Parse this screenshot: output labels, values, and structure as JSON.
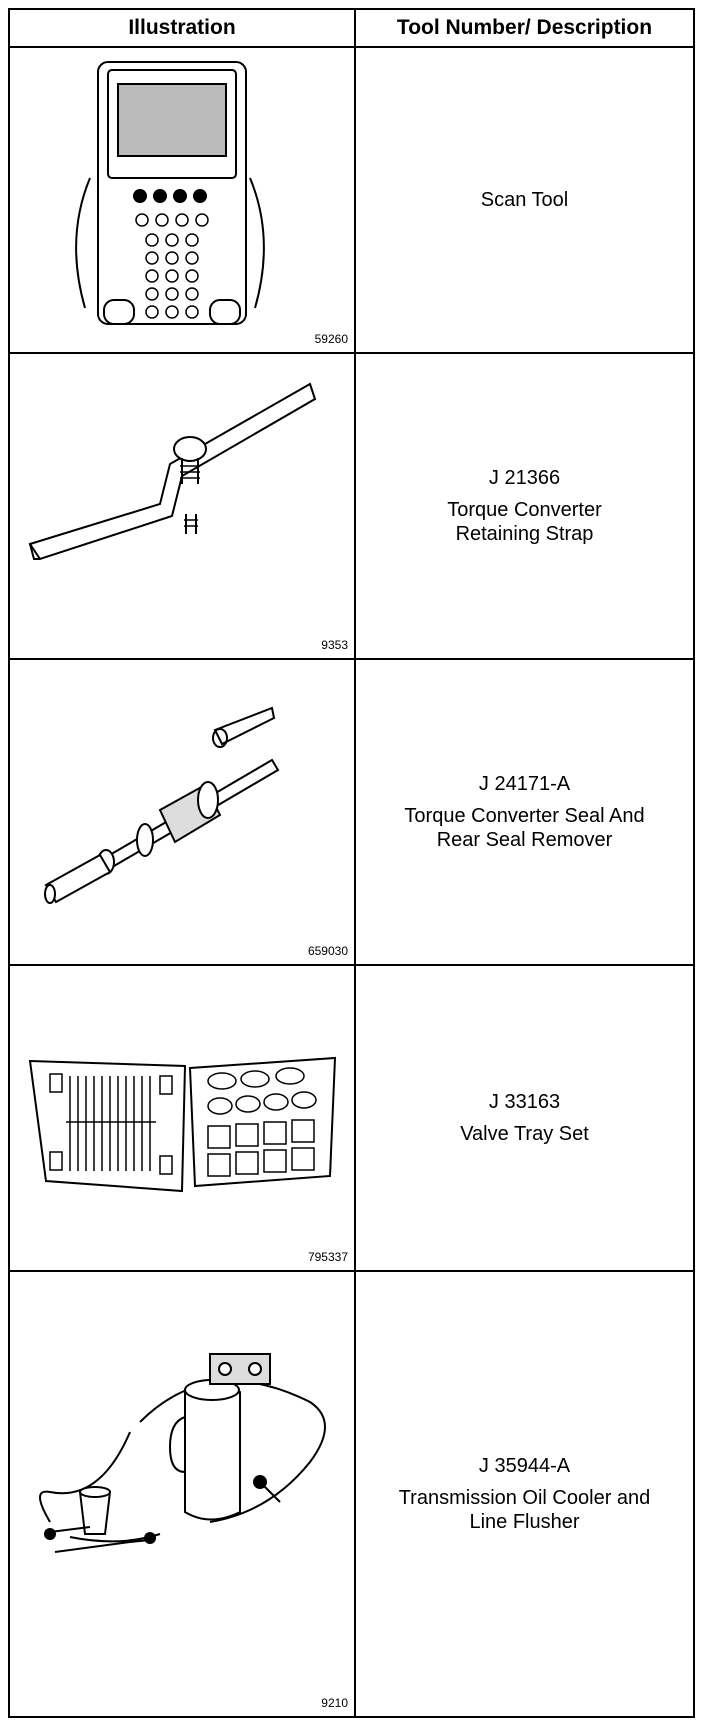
{
  "header": {
    "col1": "Illustration",
    "col2": "Tool Number/ Description"
  },
  "rows": [
    {
      "fig": "59260",
      "tool_number": "",
      "description": "Scan Tool",
      "icon": "scan-tool-icon"
    },
    {
      "fig": "9353",
      "tool_number": "J 21366",
      "description": "Torque Converter\nRetaining Strap",
      "icon": "retaining-strap-icon"
    },
    {
      "fig": "659030",
      "tool_number": "J 24171-A",
      "description": "Torque Converter Seal And\nRear Seal Remover",
      "icon": "seal-remover-icon"
    },
    {
      "fig": "795337",
      "tool_number": "J 33163",
      "description": "Valve Tray Set",
      "icon": "valve-tray-icon"
    },
    {
      "fig": "9210",
      "tool_number": "J 35944-A",
      "description": "Transmission Oil Cooler and\nLine Flusher",
      "icon": "flusher-icon"
    }
  ]
}
